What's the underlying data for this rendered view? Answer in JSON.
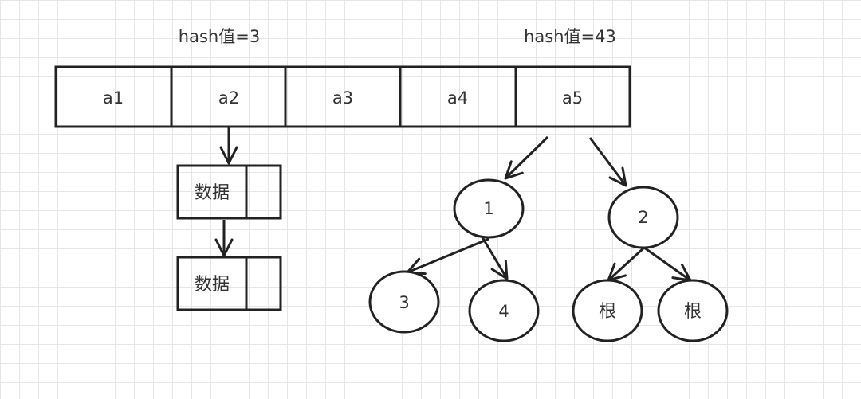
{
  "hash_labels": [
    {
      "text": "hash值=3"
    },
    {
      "text": "hash值=43"
    }
  ],
  "array_cells": [
    {
      "label": "a1"
    },
    {
      "label": "a2"
    },
    {
      "label": "a3"
    },
    {
      "label": "a4"
    },
    {
      "label": "a5"
    }
  ],
  "linked_nodes": [
    {
      "label": "数据"
    },
    {
      "label": "数据"
    }
  ],
  "tree_nodes": [
    {
      "label": "1"
    },
    {
      "label": "2"
    },
    {
      "label": "3"
    },
    {
      "label": "4"
    },
    {
      "label": "根"
    },
    {
      "label": "根"
    }
  ],
  "colors": {
    "stroke": "#222222",
    "text": "#333333",
    "grid": "#e6e6e6",
    "background": "#ffffff"
  }
}
